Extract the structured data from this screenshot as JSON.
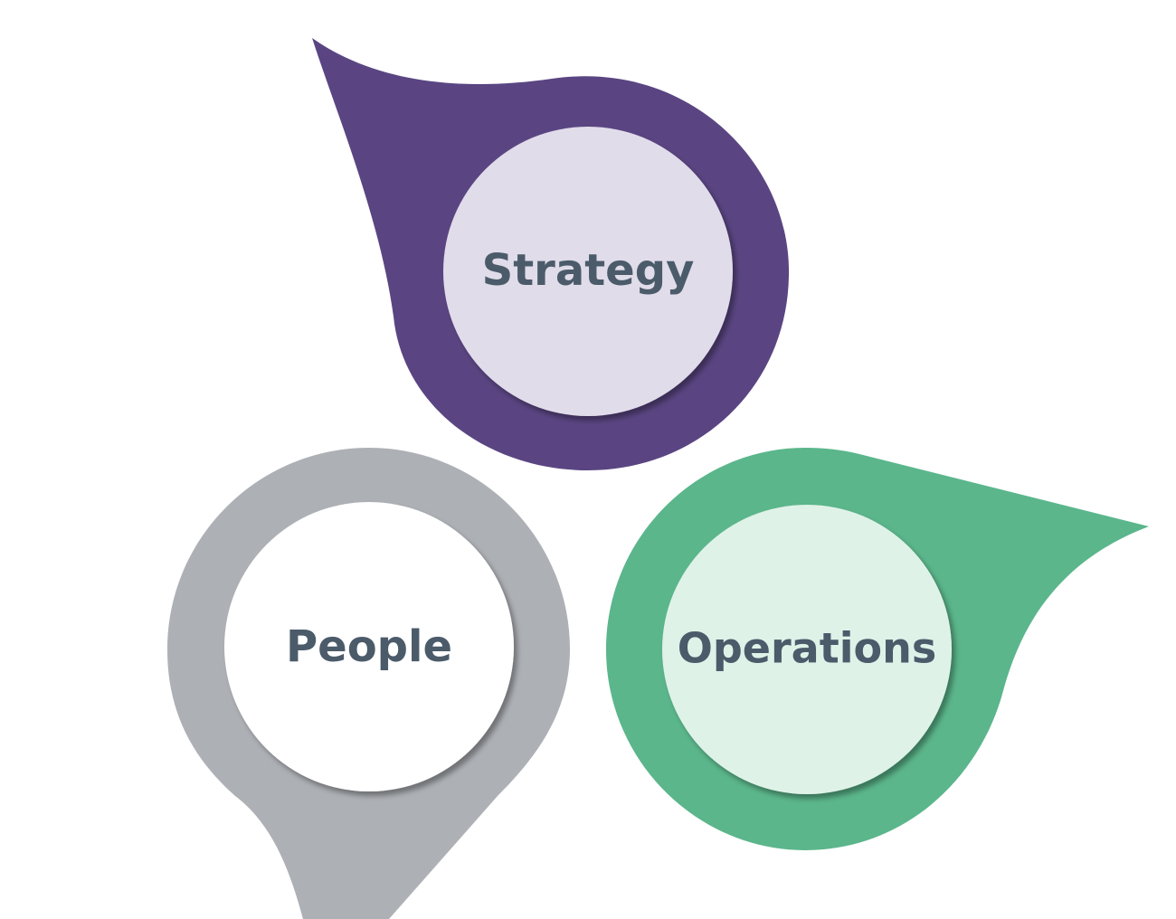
{
  "nodes": [
    {
      "id": "strategy",
      "label": "Strategy",
      "outer_color": "#5a4582",
      "inner_color": "#e1dcea"
    },
    {
      "id": "people",
      "label": "People",
      "outer_color": "#adb0b5",
      "inner_color": "#ffffff"
    },
    {
      "id": "operations",
      "label": "Operations",
      "outer_color": "#5bb68b",
      "inner_color": "#dff2e8"
    }
  ],
  "text_color": "#4b5b6a"
}
